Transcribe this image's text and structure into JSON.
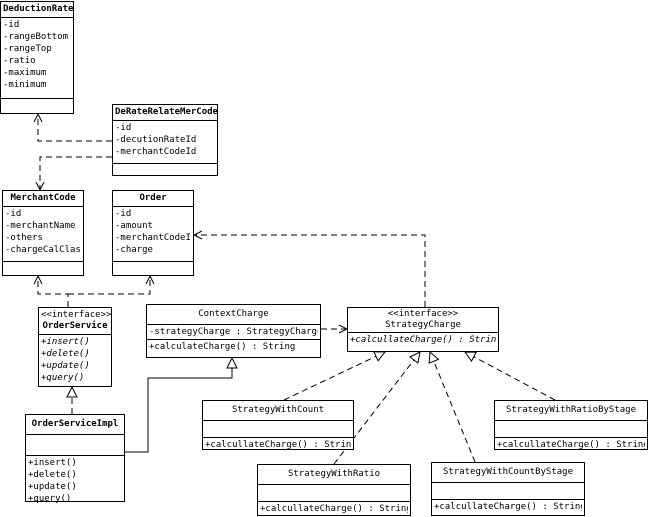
{
  "classes": {
    "deduction_rate": {
      "name": "DeductionRate",
      "attributes": [
        "-id",
        "-rangeBottom",
        "-rangeTop",
        "-ratio",
        "-maximum",
        "-minimum"
      ],
      "methods": []
    },
    "derate_relate": {
      "name": "DeRateRelateMerCode",
      "attributes": [
        "-id",
        "-decutionRateId",
        "-merchantCodeId"
      ],
      "methods": []
    },
    "merchant_code": {
      "name": "MerchantCode",
      "attributes": [
        "-id",
        "-merchantName",
        "-others",
        "-chargeCalClass"
      ],
      "methods": []
    },
    "order": {
      "name": "Order",
      "attributes": [
        "-id",
        "-amount",
        "-merchantCodeId",
        "-charge"
      ],
      "methods": []
    },
    "order_service": {
      "stereotype": "<<interface>>",
      "name": "OrderService",
      "attributes": [],
      "methods": [
        "+insert()",
        "+delete()",
        "+update()",
        "+query()"
      ]
    },
    "order_service_impl": {
      "name": "OrderServiceImpl",
      "attributes": [],
      "methods": [
        "+insert()",
        "+delete()",
        "+update()",
        "+query()"
      ]
    },
    "context_charge": {
      "name": "ContextCharge",
      "attributes": [
        "-strategyCharge : StrategyCharge"
      ],
      "methods": [
        "+calculateCharge() : String"
      ]
    },
    "strategy_charge": {
      "stereotype": "<<interface>>",
      "name": "StrategyCharge",
      "attributes": [],
      "methods": [
        "+calcullateCharge() : String"
      ]
    },
    "strategy_with_count": {
      "name": "StrategyWithCount",
      "attributes": [],
      "methods": [
        "+calcullateCharge() : String"
      ]
    },
    "strategy_with_ratio_by_stage": {
      "name": "StrategyWithRatioByStage",
      "attributes": [],
      "methods": [
        "+calcullateCharge() : String"
      ]
    },
    "strategy_with_ratio": {
      "name": "StrategyWithRatio",
      "attributes": [],
      "methods": [
        "+calcullateCharge() : String"
      ]
    },
    "strategy_with_count_by_stage": {
      "name": "StrategyWithCountByStage",
      "attributes": [],
      "methods": [
        "+calcullateCharge() : String"
      ]
    }
  },
  "colors": {
    "line": "#000000",
    "background": "#ffffff"
  }
}
